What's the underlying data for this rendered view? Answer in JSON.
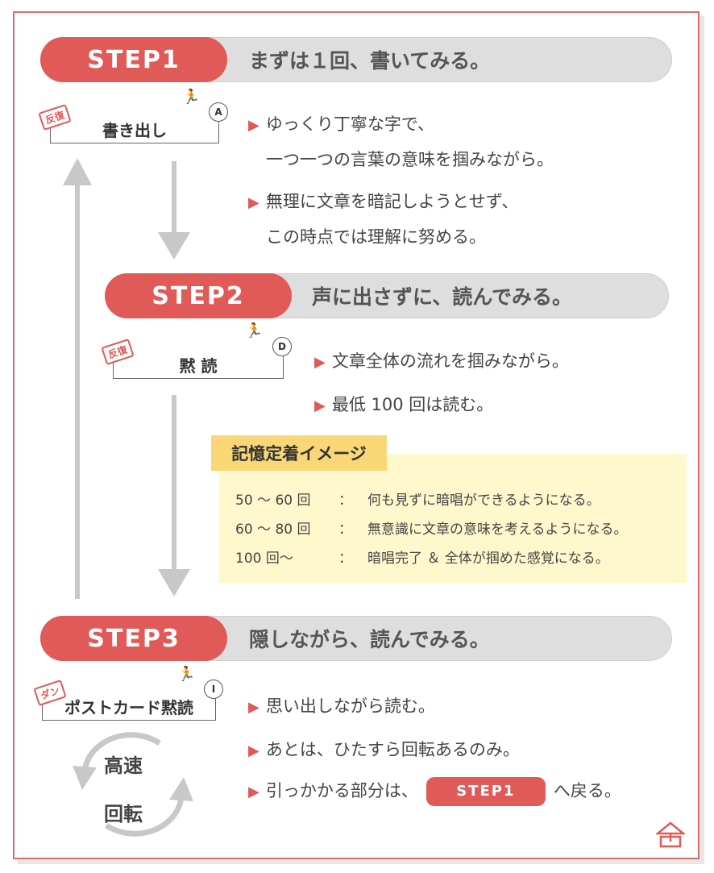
{
  "steps": [
    {
      "label": "STEP1",
      "headline": "まずは１回、書いてみる。"
    },
    {
      "label": "STEP2",
      "headline": "声に出さずに、読んでみる。"
    },
    {
      "label": "STEP3",
      "headline": "隠しながら、読んでみる。"
    }
  ],
  "badges": [
    {
      "stamp": "反復",
      "text": "書き出し",
      "letter": "A"
    },
    {
      "stamp": "反復",
      "text": "黙 読",
      "letter": "D"
    },
    {
      "stamp": "ダン",
      "text": "ポストカード黙読",
      "letter": "I"
    }
  ],
  "step1_points": [
    {
      "line1": "ゆっくり丁寧な字で、",
      "line2": "一つ一つの言葉の意味を掴みながら。"
    },
    {
      "line1": "無理に文章を暗記しようとせず、",
      "line2": "この時点では理解に努める。"
    }
  ],
  "step2_points": [
    "文章全体の流れを掴みながら。",
    "最低 100 回は読む。"
  ],
  "memory": {
    "title": "記憶定着イメージ",
    "rows": [
      {
        "range": "50 ～ 60 回",
        "sep": "：",
        "desc": "何も見ずに暗唱ができるようになる。"
      },
      {
        "range": "60 ～ 80 回",
        "sep": "：",
        "desc": "無意識に文章の意味を考えるようになる。"
      },
      {
        "range": "100 回～",
        "sep": "：",
        "desc": "暗唱完了 ＆ 全体が掴めた感覚になる。"
      }
    ]
  },
  "step3_points": {
    "p1": "思い出しながら読む。",
    "p2": "あとは、ひたすら回転あるのみ。",
    "p3_before": "引っかかる部分は、",
    "p3_pill": "STEP1",
    "p3_after": "へ戻る。"
  },
  "cycle": {
    "top": "高速",
    "bottom": "回転"
  },
  "colors": {
    "accent": "#e05a58",
    "bar": "#dedede",
    "memo_bg": "#fff8cc",
    "memo_title": "#f9d777"
  }
}
